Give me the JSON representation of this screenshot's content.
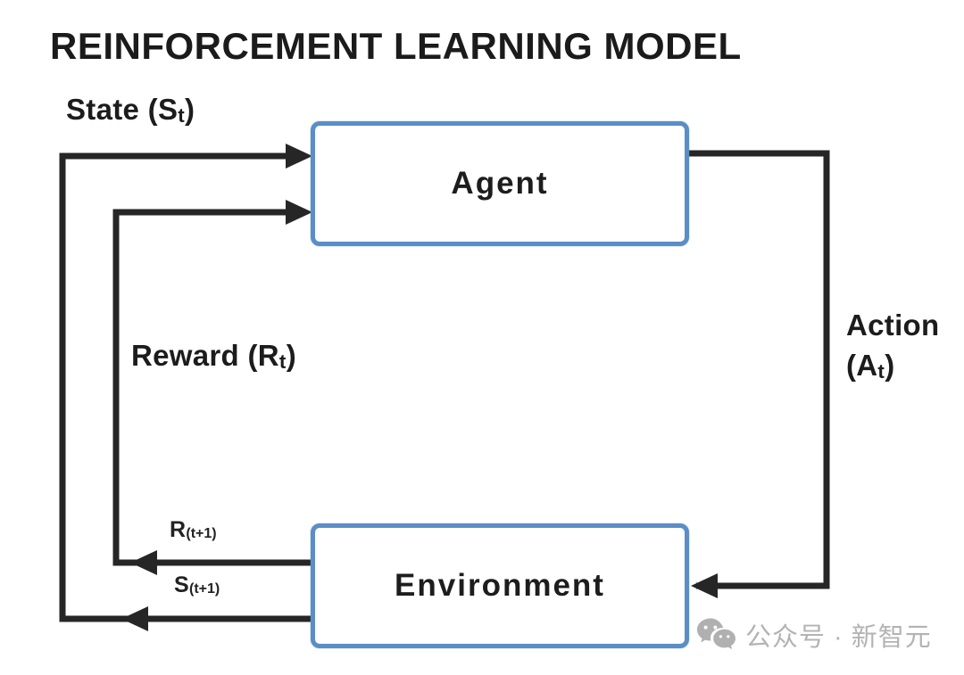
{
  "title": "REINFORCEMENT LEARNING MODEL",
  "boxes": {
    "agent": {
      "label": "Agent"
    },
    "environment": {
      "label": "Environment"
    }
  },
  "labels": {
    "state": {
      "pre": "State (S",
      "sub": "t",
      "post": ")"
    },
    "reward": {
      "pre": "Reward (R",
      "sub": "t",
      "post": ")"
    },
    "action": {
      "line1": "Action",
      "pre": "(A",
      "sub": "t",
      "post": ")"
    },
    "reward_next": {
      "pre": "R",
      "sub": "(t+1)"
    },
    "state_next": {
      "pre": "S",
      "sub": "(t+1)"
    }
  },
  "arrows": {
    "state_loop": "environment-to-agent-state",
    "reward_loop": "environment-to-agent-reward",
    "action_path": "agent-to-environment-action"
  },
  "watermark": {
    "text": "公众号 · 新智元",
    "icon": "wechat-icon"
  },
  "colors": {
    "background": "#ffffff",
    "box_border": "#5b8ec6",
    "arrow": "#262626",
    "text": "#1d1d1d",
    "watermark": "#b3b3b3"
  }
}
